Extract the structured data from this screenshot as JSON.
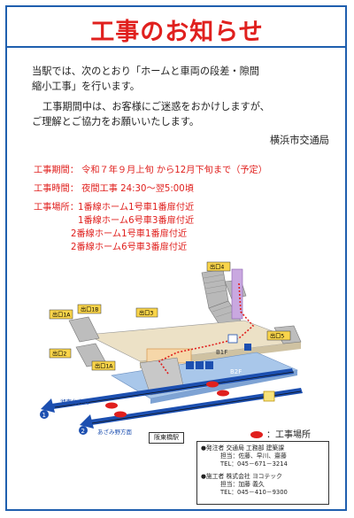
{
  "title": "工事のお知らせ",
  "intro": {
    "line1": "当駅では、次のとおり「ホームと車両の段差・隙間",
    "line2": "縮小工事」を行います。",
    "line3": "工事期間中は、お客様にご迷惑をおかけしますが、",
    "line4": "ご理解とご協力をお願いいたします。"
  },
  "signature": "横浜市交通局",
  "details": {
    "period": "工事期間：  令和７年９月上旬  から12月下旬まで（予定）",
    "time": "工事時間：  夜間工事    24:30～翌5:00頃",
    "place_label": "工事場所：",
    "places": [
      "1番線ホーム1号車1番扉付近",
      "1番線ホーム6号車3番扉付近",
      "2番線ホーム1号車1番扉付近",
      "2番線ホーム6号車3番扉付近"
    ]
  },
  "diagram": {
    "exits": {
      "d4": "出口4",
      "d1a_left": "出口1A",
      "d1b": "出口1B",
      "d3": "出口3",
      "d1a_low": "出口1A",
      "d2": "出口2",
      "d5": "出口5"
    },
    "floor_b1": "B1F",
    "floor_b2": "B2F",
    "track1_num": "1",
    "track1_dest": "湘南台方面",
    "track2_num": "2",
    "track2_dest": "あざみ野方面",
    "station_name": "阪東橋駅"
  },
  "legend": "：工事場所",
  "contact": {
    "orderer_label": "●発注者",
    "orderer_name": "交通局 工務部  建築課",
    "orderer_staff": "担当：佐藤、早川、齋藤",
    "orderer_tel": "TEL：045－671－3214",
    "contractor_label": "●施工者",
    "contractor_name": "株式会社  ヨコテック",
    "contractor_staff": "担当：加藤  義久",
    "contractor_tel": "TEL：045－410－9300"
  },
  "colors": {
    "accent_red": "#e0201e",
    "frame_blue": "#1f5fae",
    "track_blue": "#1c4fb0"
  }
}
